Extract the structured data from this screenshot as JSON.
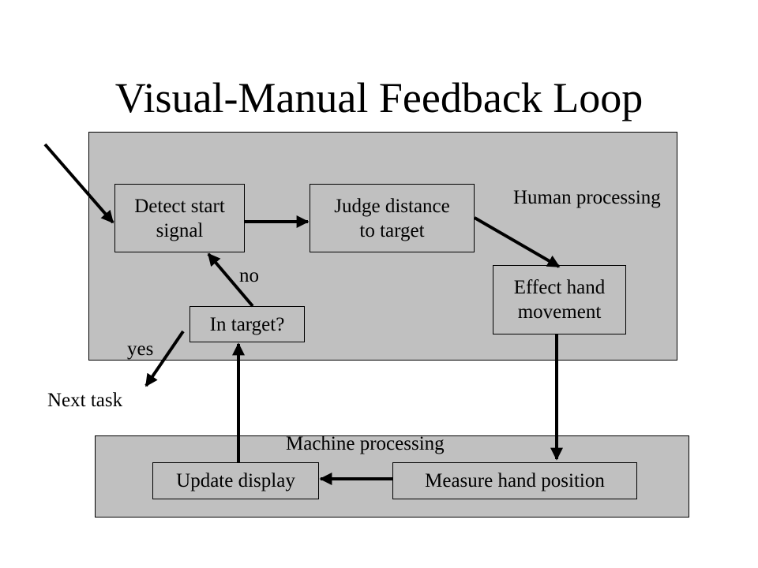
{
  "title": "Visual-Manual Feedback Loop",
  "regions": {
    "human": "Human processing",
    "machine": "Machine processing"
  },
  "boxes": {
    "detect_start": "Detect start\nsignal",
    "judge_distance": "Judge distance\nto target",
    "effect_hand": "Effect hand\nmovement",
    "in_target": "In target?",
    "update_display": "Update display",
    "measure_hand": "Measure hand position"
  },
  "labels": {
    "no": "no",
    "yes": "yes",
    "next_task": "Next task"
  },
  "colors": {
    "region_fill": "#c0c0c0",
    "line": "#000000"
  }
}
